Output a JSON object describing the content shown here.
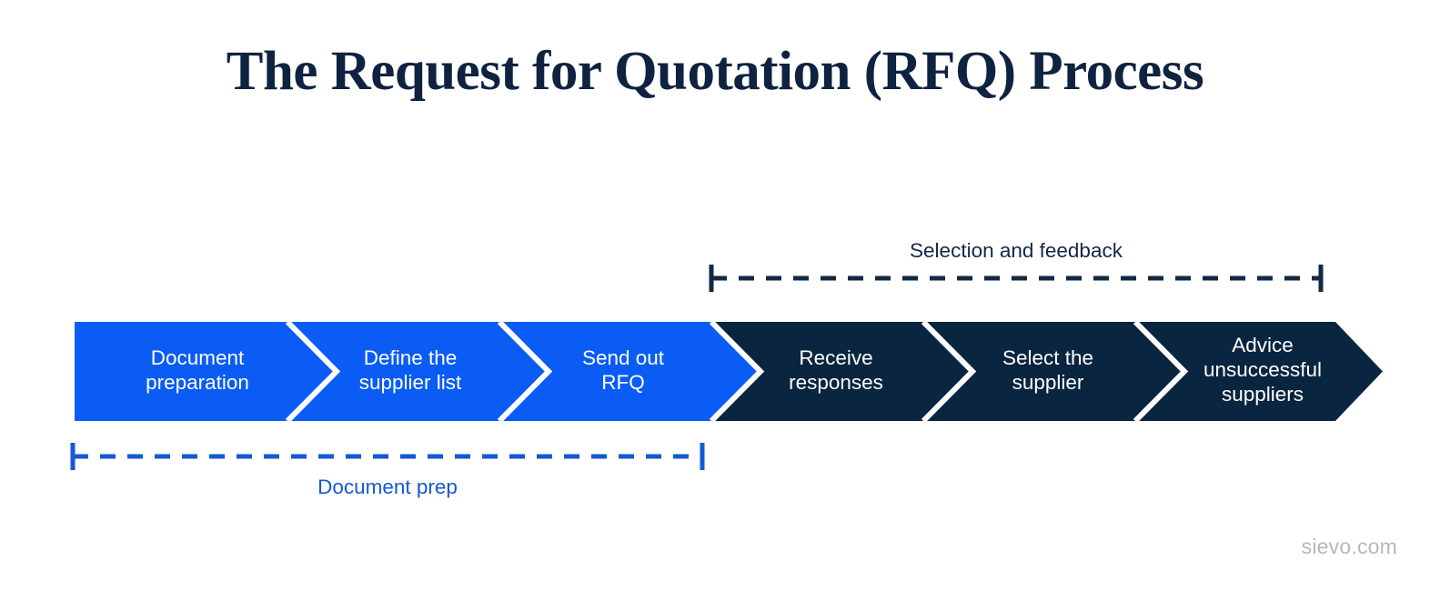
{
  "page": {
    "title": "The Request for Quotation (RFQ) Process",
    "background_color": "#ffffff",
    "watermark": "sievo.com"
  },
  "colors": {
    "accent_blue": "#0a5cf5",
    "dark_navy": "#0a2540",
    "title_navy": "#0f2340",
    "separator_white": "#ffffff",
    "bracket_blue": "#1558d6",
    "bracket_navy": "#122944",
    "watermark_gray": "#b8b8b8"
  },
  "process": {
    "steps": [
      {
        "label": "Document\npreparation",
        "phase": "document-prep",
        "color": "#0a5cf5",
        "text_color": "#ffffff"
      },
      {
        "label": "Define the\nsupplier list",
        "phase": "document-prep",
        "color": "#0a5cf5",
        "text_color": "#ffffff"
      },
      {
        "label": "Send out\nRFQ",
        "phase": "document-prep",
        "color": "#0a5cf5",
        "text_color": "#ffffff"
      },
      {
        "label": "Receive\nresponses",
        "phase": "selection-and-feedback",
        "color": "#0a2540",
        "text_color": "#ffffff"
      },
      {
        "label": "Select the\nsupplier",
        "phase": "selection-and-feedback",
        "color": "#0a2540",
        "text_color": "#ffffff"
      },
      {
        "label": "Advice\nunsuccessful\nsuppliers",
        "phase": "selection-and-feedback",
        "color": "#0a2540",
        "text_color": "#ffffff"
      }
    ]
  },
  "brackets": [
    {
      "name": "selection-and-feedback",
      "label": "Selection and feedback",
      "position": "above",
      "color": "#122944",
      "covers_steps": [
        "Receive responses",
        "Select the supplier",
        "Advice unsuccessful suppliers"
      ]
    },
    {
      "name": "document-prep",
      "label": "Document prep",
      "position": "below",
      "color": "#1558d6",
      "covers_steps": [
        "Document preparation",
        "Define the supplier list",
        "Send out RFQ"
      ]
    }
  ]
}
